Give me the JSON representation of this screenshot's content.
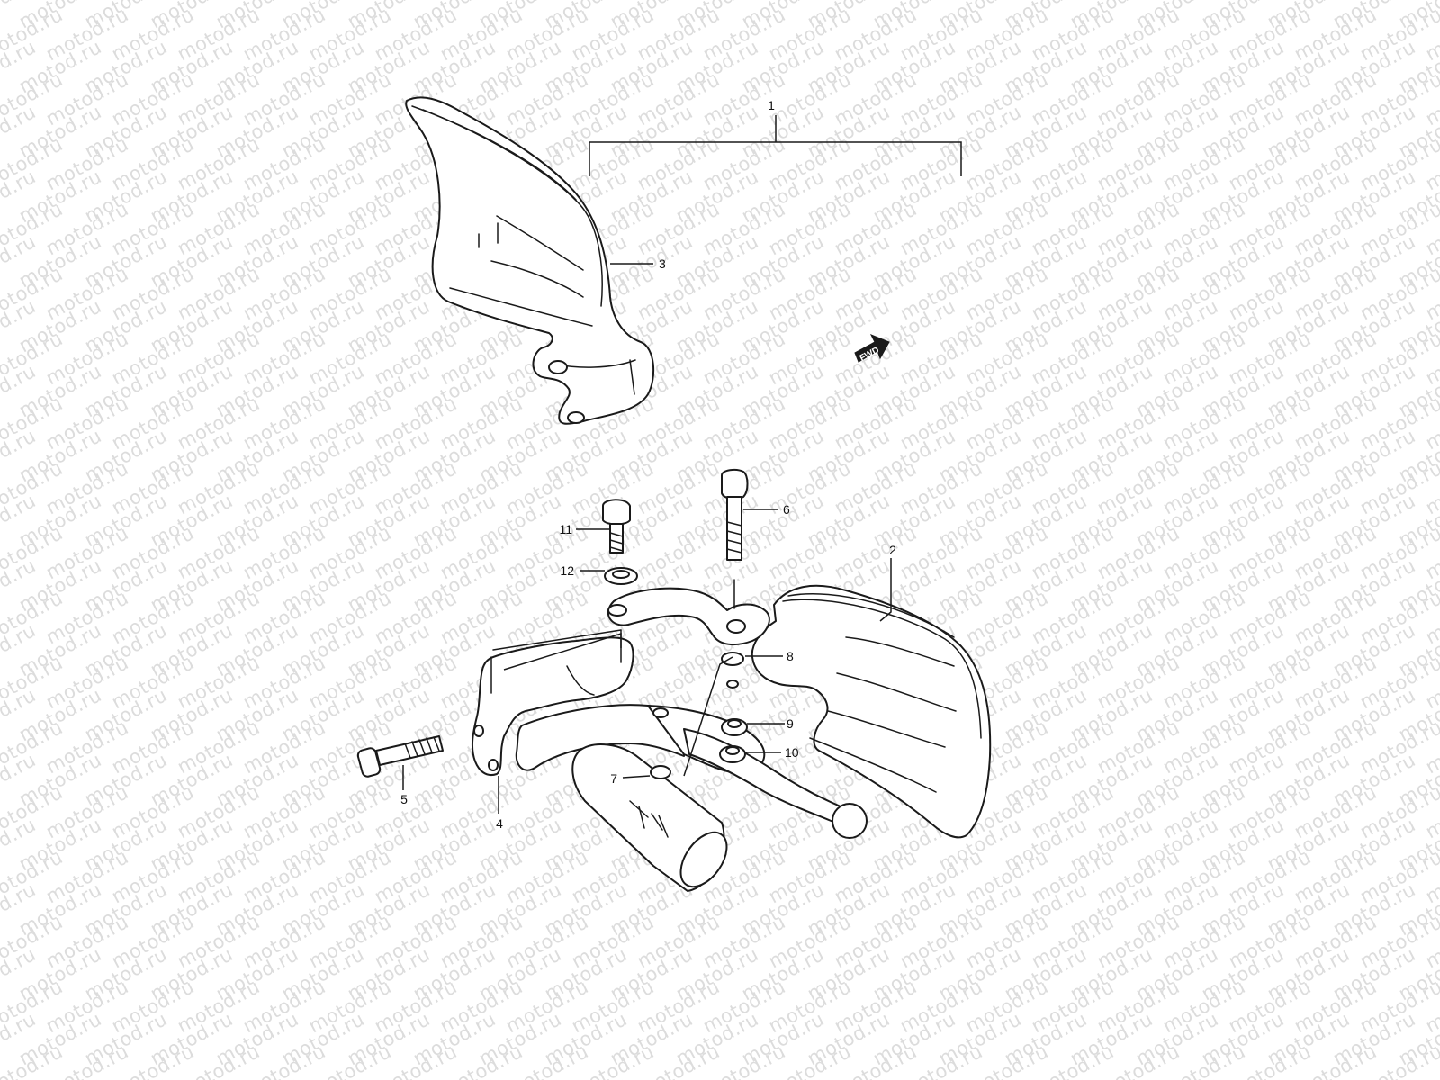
{
  "watermark": {
    "text": "motod.ru",
    "color": "#dcdcdc"
  },
  "direction_badge": {
    "label": "FWD",
    "icon": "forward-arrow-icon"
  },
  "callouts": [
    {
      "id": "1",
      "label": "1"
    },
    {
      "id": "2",
      "label": "2"
    },
    {
      "id": "3",
      "label": "3"
    },
    {
      "id": "4",
      "label": "4"
    },
    {
      "id": "5",
      "label": "5"
    },
    {
      "id": "6",
      "label": "6"
    },
    {
      "id": "7",
      "label": "7"
    },
    {
      "id": "8",
      "label": "8"
    },
    {
      "id": "9",
      "label": "9"
    },
    {
      "id": "10",
      "label": "10"
    },
    {
      "id": "11",
      "label": "11"
    },
    {
      "id": "12",
      "label": "12"
    }
  ]
}
